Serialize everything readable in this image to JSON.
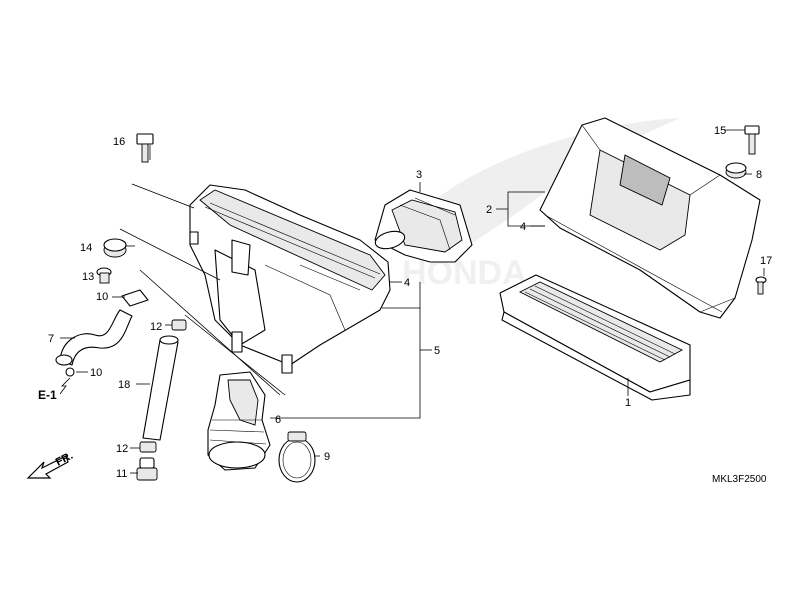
{
  "watermark": {
    "text": "HONDA"
  },
  "diagram_code": "MKL3F2500",
  "reference": "E-1",
  "direction": "FR.",
  "callouts": {
    "c1": "1",
    "c2": "2",
    "c3": "3",
    "c4a": "4",
    "c4b": "4",
    "c5": "5",
    "c6": "6",
    "c7": "7",
    "c8": "8",
    "c9": "9",
    "c10a": "10",
    "c10b": "10",
    "c11": "11",
    "c12a": "12",
    "c12b": "12",
    "c13": "13",
    "c14": "14",
    "c15": "15",
    "c16": "16",
    "c17": "17",
    "c18": "18"
  }
}
